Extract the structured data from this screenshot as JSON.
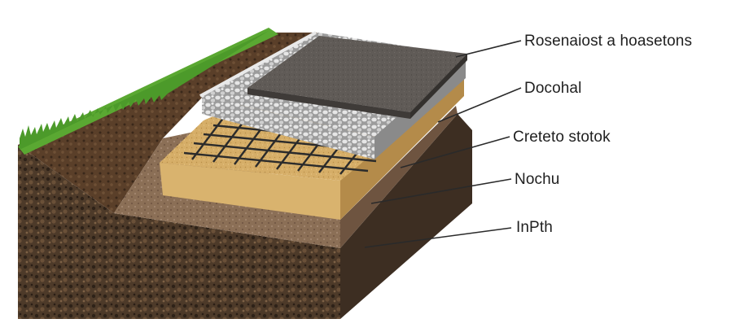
{
  "labels": [
    "Rosenaiost a hoasetons",
    "Docohal",
    "Creteto stotok",
    "Nochu",
    "InPth"
  ],
  "colors": {
    "grass": "#5aa832",
    "topsoil": "#5b3f2a",
    "subsoil": "#4a3a2b",
    "asphalt": "#5e5a57",
    "gravel": "#d8d8d8",
    "sand": "#d8b06a",
    "compacted_base": "#8a6e55",
    "leader_line": "#2a2a2a"
  }
}
